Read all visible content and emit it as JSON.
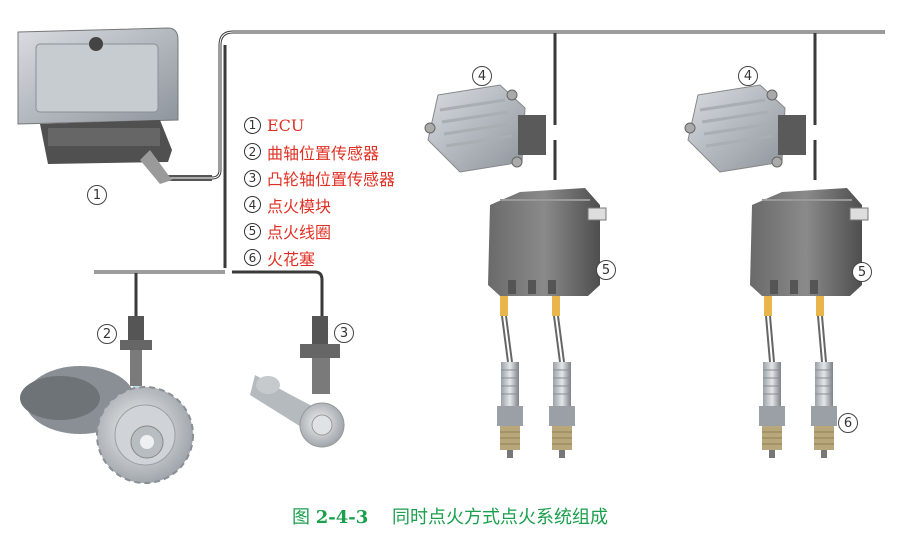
{
  "legend": [
    {
      "num": "1",
      "label": "ECU"
    },
    {
      "num": "2",
      "label": "曲轴位置传感器"
    },
    {
      "num": "3",
      "label": "凸轮轴位置传感器"
    },
    {
      "num": "4",
      "label": "点火模块"
    },
    {
      "num": "5",
      "label": "点火线圈"
    },
    {
      "num": "6",
      "label": "火花塞"
    }
  ],
  "callouts": {
    "ecu": "1",
    "crank_sensor": "2",
    "cam_sensor": "3",
    "module_a": "4",
    "module_b": "4",
    "coil_a": "5",
    "coil_b": "5",
    "plug": "6"
  },
  "caption": {
    "prefix": "图",
    "number": "2-4-3",
    "title": "同时点火方式点火系统组成"
  },
  "colors": {
    "legend_text": "#e03024",
    "caption": "#1a9f4c",
    "wire": "#3a3a3a"
  }
}
